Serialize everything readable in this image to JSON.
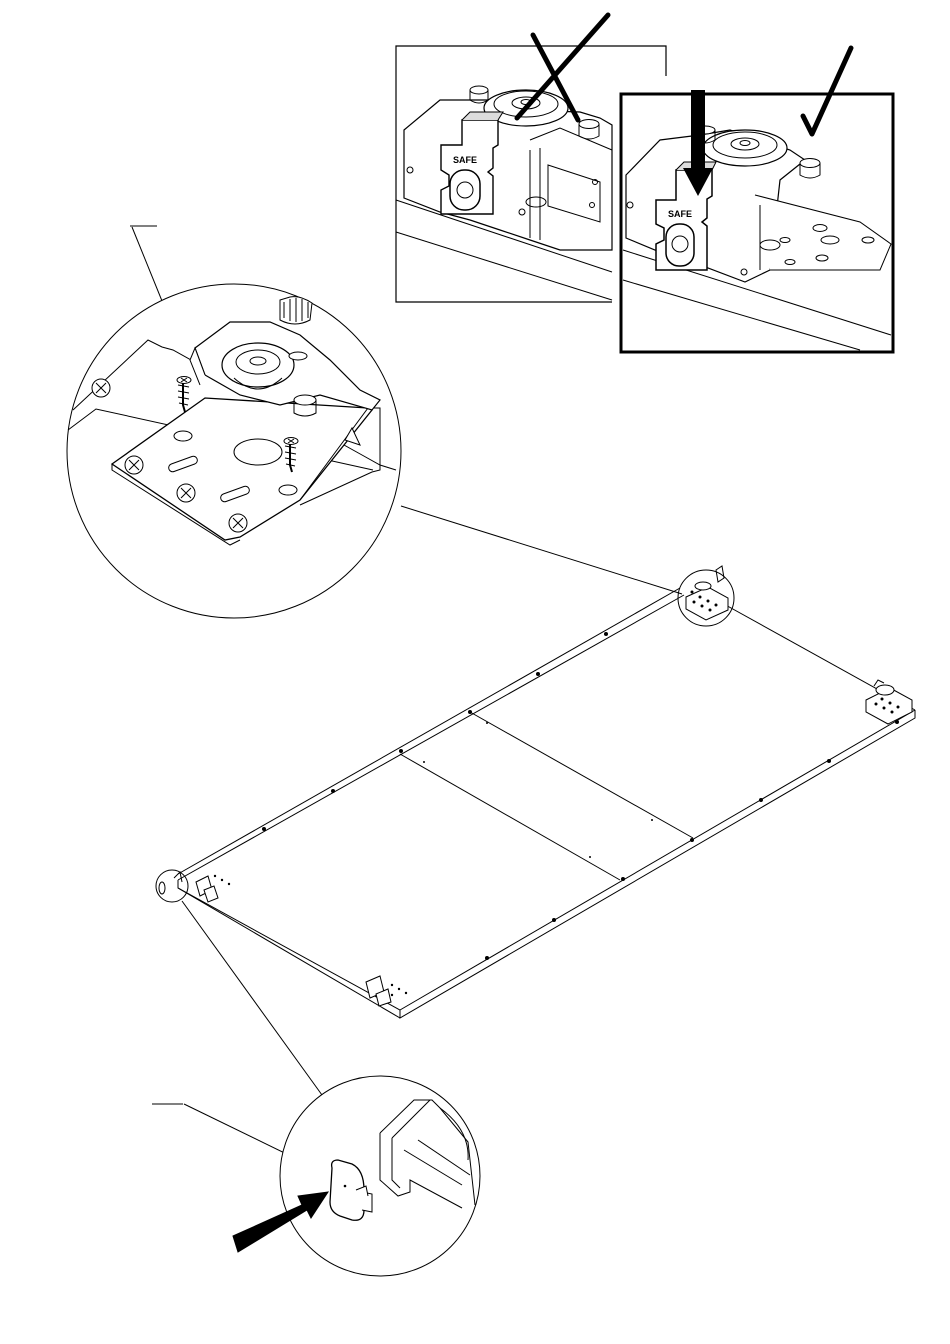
{
  "page": {
    "background": "#ffffff",
    "line_color": "#000000",
    "fill_light": "#e6e6e6",
    "fill_mid": "#cfcfcf"
  },
  "detail_wrong": {
    "mark": "cross",
    "icon": "cross-mark-icon"
  },
  "detail_right": {
    "mark": "check",
    "icon": "check-mark-icon"
  },
  "safe_label_wrong": "SAFE",
  "safe_label_right": "SAFE",
  "callouts": [
    "hinge-detail",
    "end-cap-detail"
  ]
}
